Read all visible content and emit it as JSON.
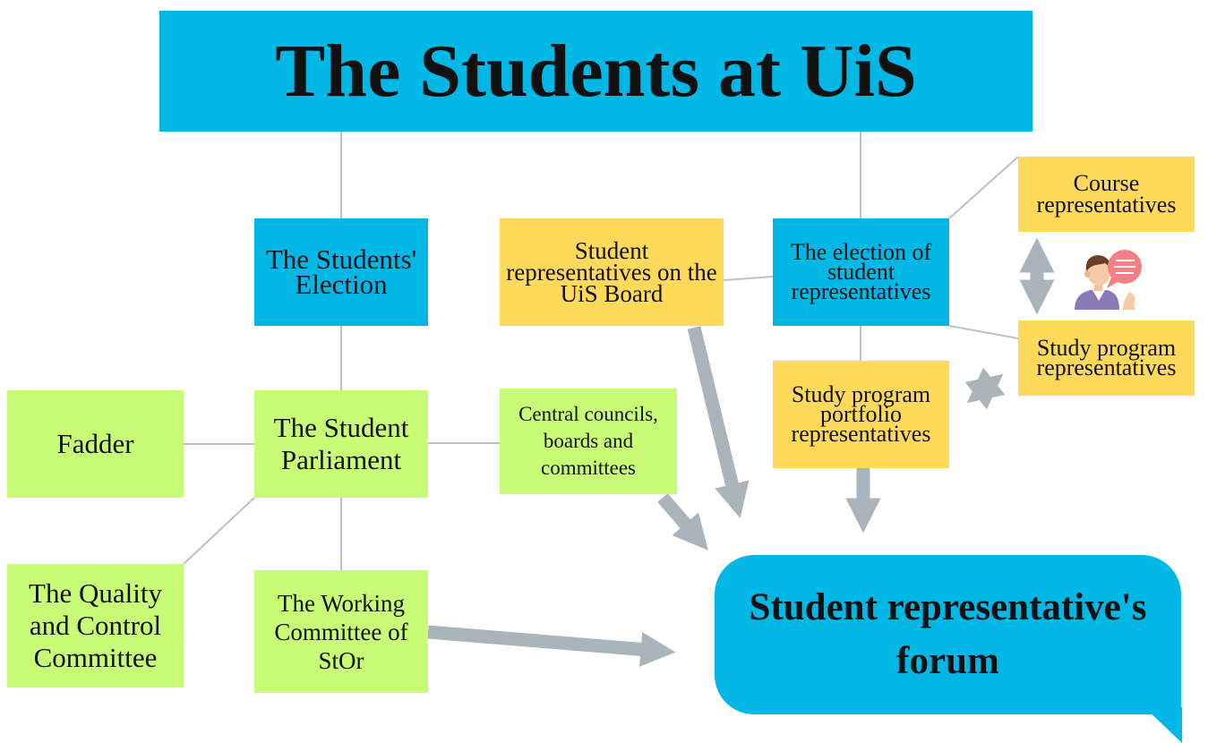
{
  "title": "The Students at UiS",
  "nodes": {
    "students_election": "The Students' Election",
    "student_parliament": "The Student Parliament",
    "fadder": "Fadder",
    "quality_committee": "The Quality and Control Committee",
    "working_committee": "The Working Committee of StOr",
    "central_councils": "Central councils, boards and committees",
    "uis_board_reps": "Student representatives on the UiS Board",
    "election_of_reps": "The election of student representatives",
    "portfolio_reps": "Study program portfolio representatives",
    "course_reps": "Course representatives",
    "study_program_reps": "Study program representatives",
    "forum": "Student representative's forum"
  },
  "colors": {
    "blue": "#00b7e6",
    "green": "#c8fc76",
    "yellow": "#ffd95a",
    "connector": "#b3bec5",
    "arrow": "#a9b4bb"
  },
  "icons": {
    "speaker": "person-speech-bubble-icon"
  }
}
